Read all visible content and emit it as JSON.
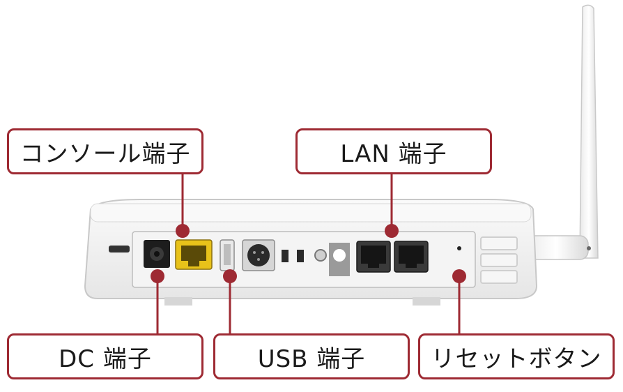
{
  "callouts": {
    "console": "コンソール端子",
    "lan": "LAN 端子",
    "dc": "DC 端子",
    "usb": "USB 端子",
    "reset": "リセットボタン"
  },
  "colors": {
    "accent": "#9e2a33",
    "device_body": "#f2f2f2",
    "console_port": "#e8c21a"
  }
}
